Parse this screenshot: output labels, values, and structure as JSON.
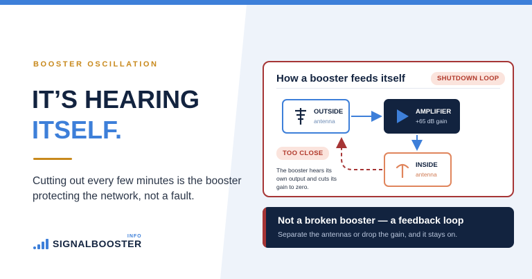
{
  "eyebrow": "BOOSTER OSCILLATION",
  "headline": {
    "line1": "IT’S HEARING",
    "line2": "ITSELF."
  },
  "subtext": "Cutting out every few minutes is the booster protecting the network, not a fault.",
  "logo": {
    "name": "SIGNALBOOSTER",
    "suffix": "INFO"
  },
  "diagram": {
    "title": "How a booster feeds itself",
    "badge": "SHUTDOWN LOOP",
    "outside": {
      "name": "OUTSIDE",
      "sub": "antenna",
      "icon": "outdoor-antenna-icon"
    },
    "amplifier": {
      "name": "AMPLIFIER",
      "sub": "+65 dB gain",
      "icon": "play-triangle-icon"
    },
    "inside": {
      "name": "INSIDE",
      "sub": "antenna",
      "icon": "indoor-antenna-icon"
    },
    "warning": "TOO CLOSE",
    "note": "The booster hears its own output and cuts its gain to zero."
  },
  "callout": {
    "title": "Not a broken booster — a feedback loop",
    "body": "Separate the antennas or drop the gain, and it stays on."
  },
  "colors": {
    "brand_blue": "#3d7fd9",
    "navy": "#12233f",
    "accent_gold": "#c8891c",
    "alert_red": "#a63535",
    "inside_orange": "#e0855c"
  }
}
